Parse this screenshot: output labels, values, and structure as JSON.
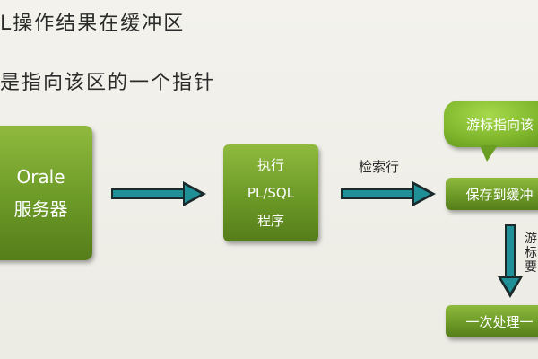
{
  "captions": {
    "line1": "L操作结果在缓冲区",
    "line2": "是指向该区的一个指针"
  },
  "nodes": {
    "oracle_line1": "Orale",
    "oracle_line2": "服务器",
    "plsql_line1": "执行",
    "plsql_line2": "PL/SQL",
    "plsql_line3": "程序",
    "cursor_bubble": "游标指向该",
    "cache": "保存到缓冲",
    "process": "一次处理一"
  },
  "edges": {
    "oracle_to_plsql": "",
    "plsql_to_cache": "检索行",
    "cache_to_process": "游标要"
  },
  "colors": {
    "box_green": "#6c9a27",
    "arrow_teal": "#1f8f98",
    "text_dark": "#2b2b2b"
  }
}
